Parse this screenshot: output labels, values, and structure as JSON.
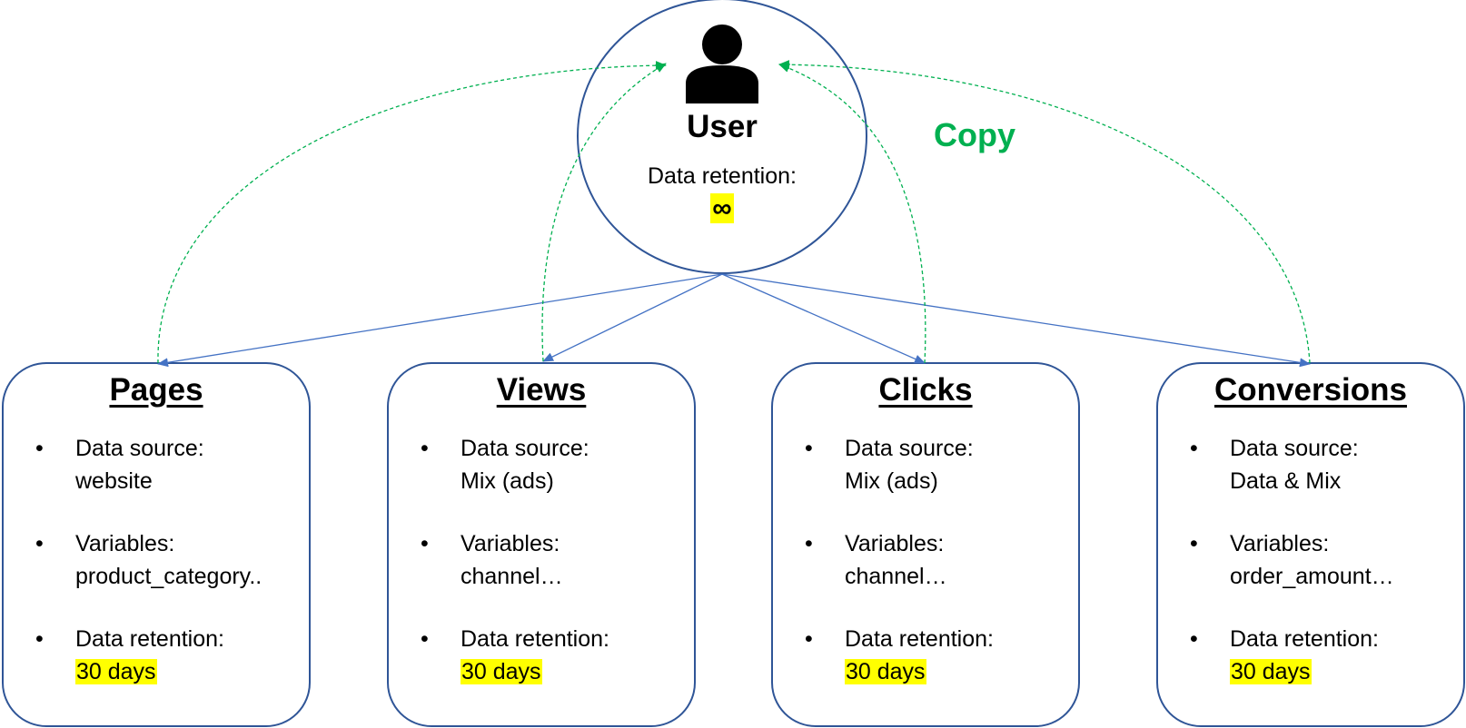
{
  "user": {
    "icon": "person-icon",
    "title": "User",
    "retention_label": "Data retention:",
    "retention_value": "∞"
  },
  "copy_label": "Copy",
  "colors": {
    "box_border": "#2f5597",
    "relation_arrow": "#4472c4",
    "copy_arrow": "#00b050",
    "highlight": "#ffff00"
  },
  "tables": [
    {
      "title": "Pages",
      "items": [
        {
          "label": "Data source:",
          "value": "website"
        },
        {
          "label": "Variables:",
          "value": "product_category.."
        },
        {
          "label": "Data retention:",
          "value": "30 days"
        }
      ]
    },
    {
      "title": "Views",
      "items": [
        {
          "label": "Data source:",
          "value": "Mix (ads)"
        },
        {
          "label": "Variables:",
          "value": "channel…"
        },
        {
          "label": "Data retention:",
          "value": "30 days"
        }
      ]
    },
    {
      "title": "Clicks",
      "items": [
        {
          "label": "Data source:",
          "value": "Mix (ads)"
        },
        {
          "label": "Variables:",
          "value": "channel…"
        },
        {
          "label": "Data retention:",
          "value": "30 days"
        }
      ]
    },
    {
      "title": "Conversions",
      "items": [
        {
          "label": "Data source:",
          "value": "Data & Mix"
        },
        {
          "label": "Variables:",
          "value": "order_amount…"
        },
        {
          "label": "Data retention:",
          "value": "30 days"
        }
      ]
    }
  ]
}
